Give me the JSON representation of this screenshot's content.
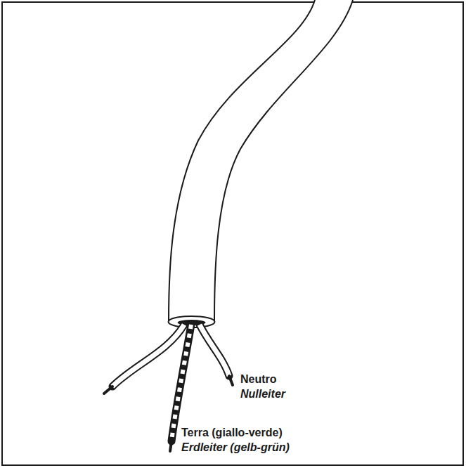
{
  "diagram": {
    "labels": [
      "Neutro",
      "Nulleiter",
      "Terra (giallo-verde)",
      "Erdleiter (gelb-grün)"
    ]
  }
}
